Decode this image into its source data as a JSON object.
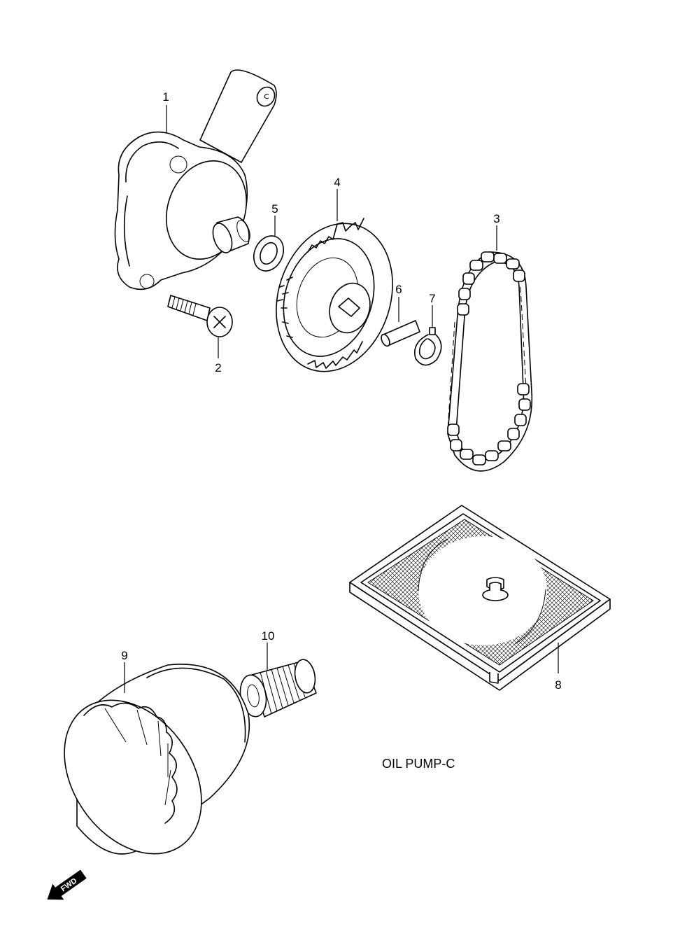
{
  "diagram": {
    "title": "OIL PUMP-C",
    "fwd_label": "FWD",
    "callouts": [
      "1",
      "2",
      "3",
      "4",
      "5",
      "6",
      "7",
      "8",
      "9",
      "10"
    ]
  },
  "parts": [
    {
      "ref": "1",
      "icon": "oil-pump-housing-icon"
    },
    {
      "ref": "2",
      "icon": "bolt-icon"
    },
    {
      "ref": "3",
      "icon": "drive-chain-icon"
    },
    {
      "ref": "4",
      "icon": "driven-gear-icon"
    },
    {
      "ref": "5",
      "icon": "washer-icon"
    },
    {
      "ref": "6",
      "icon": "pin-icon"
    },
    {
      "ref": "7",
      "icon": "circlip-icon"
    },
    {
      "ref": "8",
      "icon": "oil-strainer-icon"
    },
    {
      "ref": "9",
      "icon": "oil-filter-icon"
    },
    {
      "ref": "10",
      "icon": "filter-union-icon"
    }
  ]
}
